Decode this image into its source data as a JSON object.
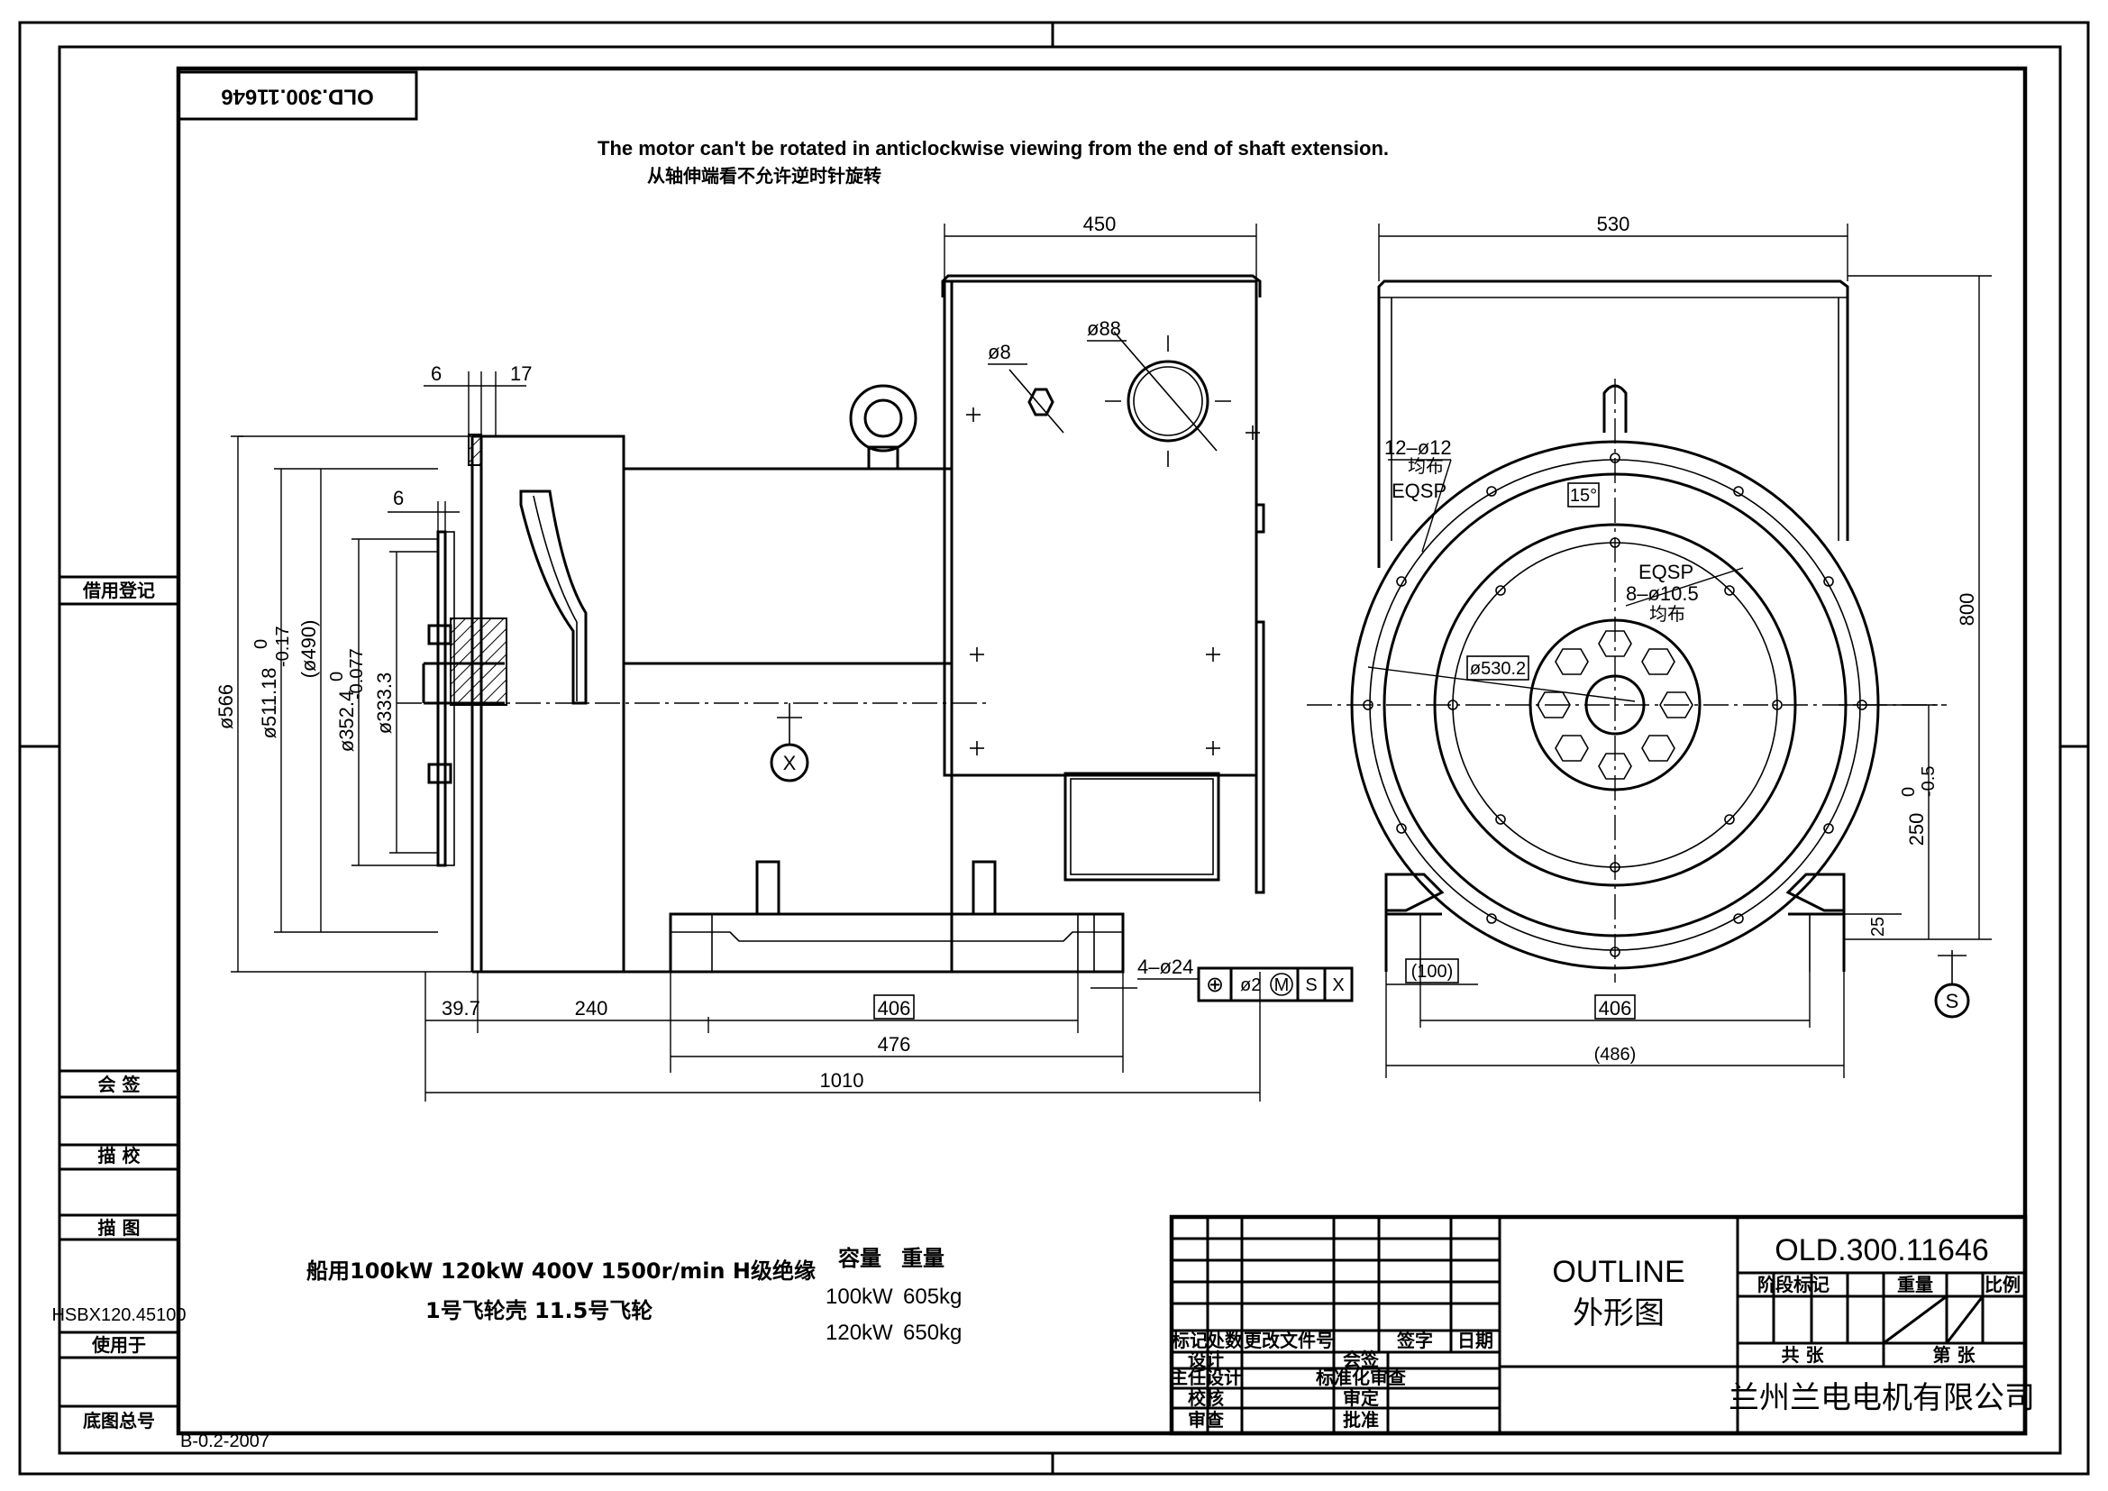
{
  "drawing_number": "OLD.300.11646",
  "drawing_number_rotated": "OLD.300.11646",
  "notes": {
    "rotation_en": "The motor can't be rotated in anticlockwise viewing from the end of shaft extension.",
    "rotation_cn": "从轴伸端看不允许逆时针旋转",
    "spec_line1": "船用100kW 120kW 400V 1500r/min H级绝缘",
    "spec_line2": "1号飞轮壳 11.5号飞轮"
  },
  "weight_table": {
    "header_capacity": "容量",
    "header_weight": "重量",
    "rows": [
      {
        "capacity": "100kW",
        "weight": "605kg"
      },
      {
        "capacity": "120kW",
        "weight": "650kg"
      }
    ]
  },
  "side_view_dims": {
    "d_450": "450",
    "d_phi8": "ø8",
    "d_phi88": "ø88",
    "d_6_top": "6",
    "d_17": "17",
    "d_6_mid": "6",
    "d_566": "ø566",
    "d_511": "ø511.18",
    "d_511_tol_up": "0",
    "d_511_tol_dn": "-0.17",
    "d_490": "(ø490)",
    "d_352": "ø352.4",
    "d_352_tol_up": "0",
    "d_352_tol_dn": "-0.077",
    "d_333": "ø333.3",
    "d_39_7": "39.7",
    "d_240": "240",
    "d_406": "406",
    "d_476": "476",
    "d_1010": "1010",
    "d_4_phi24": "4–ø24",
    "datum_x": "X"
  },
  "tolerance_frame": [
    "⊕",
    "ø2",
    "M",
    "S",
    "X"
  ],
  "end_view_dims": {
    "d_530": "530",
    "d_800": "800",
    "d_12_phi12": "12–ø12",
    "d_12_note": "均布",
    "d_eqsp1": "EQSP",
    "d_15deg": "15°",
    "d_eqsp2": "EQSP",
    "d_8_phi10_5": "8–ø10.5",
    "d_8_note": "均布",
    "d_530_2": "ø530.2",
    "d_250": "250",
    "d_250_tol_up": "0",
    "d_250_tol_dn": "-0.5",
    "d_25": "25",
    "d_100": "(100)",
    "d_406": "406",
    "d_486": "(486)",
    "datum_s": "S"
  },
  "left_strip": {
    "label_top": "借用登记",
    "label_hj": "会 签",
    "label_mj": "描 校",
    "label_mt": "描 图",
    "model_code": "HSBX120.45100",
    "label_used": "使用于",
    "label_base": "底图总号",
    "standard": "B-0.2-2007"
  },
  "title_block": {
    "title_en": "OUTLINE",
    "title_cn": "外形图",
    "drawing_no": "OLD.300.11646",
    "company": "兰州兰电电机有限公司",
    "rev_headers": [
      "标记",
      "处数",
      "更改文件号",
      "签字",
      "日期"
    ],
    "sign_rows": [
      "设计",
      "主任设计",
      "校核",
      "审查"
    ],
    "sign_rows_right": [
      "会签",
      "标准化审查",
      "审定",
      "批准"
    ],
    "stage_headers": [
      "阶段标记",
      "重量",
      "比例"
    ],
    "sheet_total": "共 张",
    "sheet_no": "第 张"
  }
}
